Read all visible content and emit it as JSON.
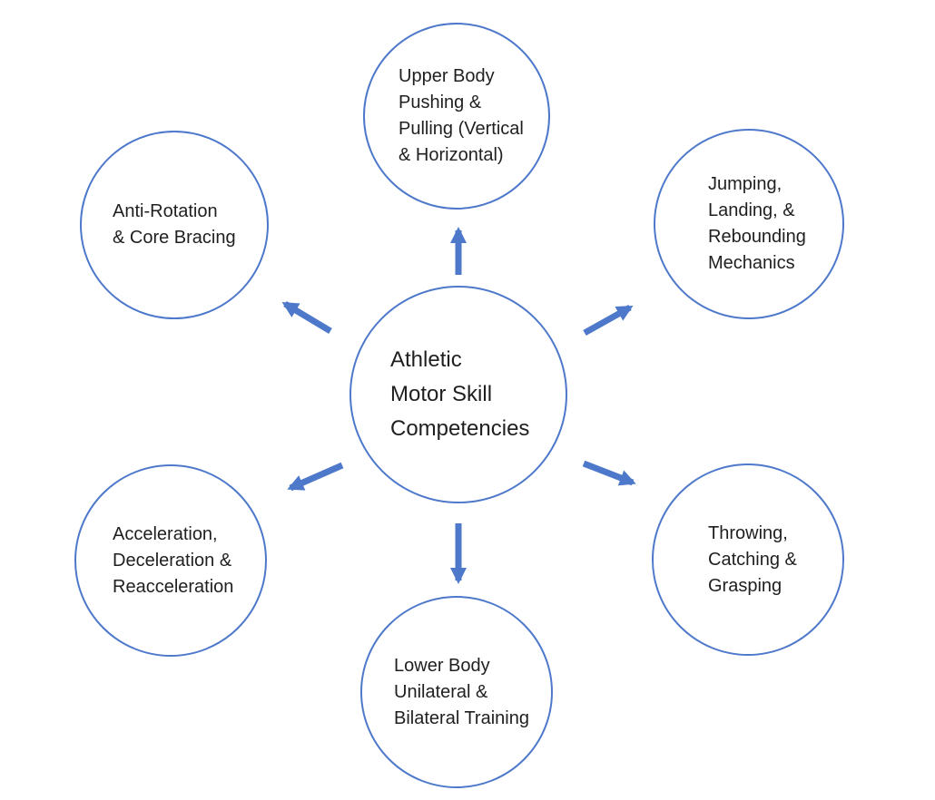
{
  "page": {
    "background": "#ffffff"
  },
  "palette": {
    "accent_blue": "#4E79CB",
    "text_color": "#1f1f1f"
  },
  "diagram": {
    "center_node": {
      "label": "Athletic\nMotor Skill\nCompetencies"
    },
    "nodes": [
      {
        "id": "upper-body-pushing-pulling",
        "label": "Upper Body\nPushing &\nPulling (Vertical\n& Horizontal)"
      },
      {
        "id": "jumping-landing-rebounding",
        "label": "Jumping,\nLanding, &\nRebounding\nMechanics"
      },
      {
        "id": "anti-rotation-core-bracing",
        "label": "Anti-Rotation\n& Core Bracing"
      },
      {
        "id": "throwing-catching-grasping",
        "label": "Throwing,\nCatching &\nGrasping"
      },
      {
        "id": "acceleration-deceleration-reacceleration",
        "label": "Acceleration,\nDeceleration &\nReacceleration"
      },
      {
        "id": "lower-body-unilateral-bilateral",
        "label": "Lower Body\nUnilateral &\nBilateral Training"
      }
    ],
    "edges": [
      {
        "from": "center",
        "to": "upper-body-pushing-pulling",
        "direction": "up"
      },
      {
        "from": "center",
        "to": "jumping-landing-rebounding",
        "direction": "upper-right"
      },
      {
        "from": "center",
        "to": "anti-rotation-core-bracing",
        "direction": "upper-left"
      },
      {
        "from": "center",
        "to": "throwing-catching-grasping",
        "direction": "lower-right"
      },
      {
        "from": "center",
        "to": "acceleration-deceleration-reacceleration",
        "direction": "lower-left"
      },
      {
        "from": "center",
        "to": "lower-body-unilateral-bilateral",
        "direction": "down"
      }
    ]
  }
}
